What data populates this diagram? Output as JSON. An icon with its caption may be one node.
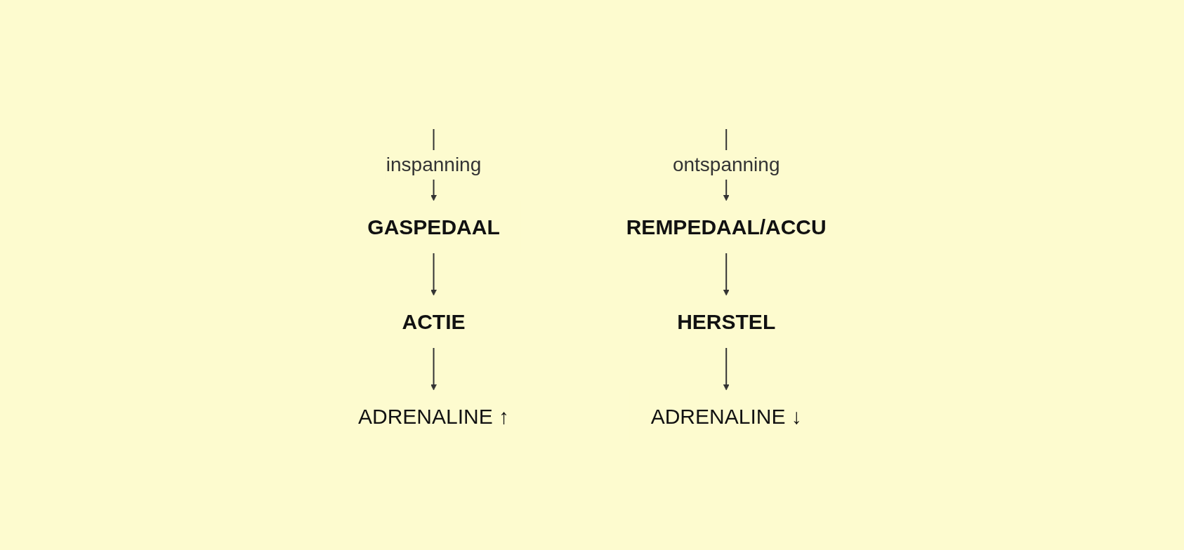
{
  "diagram": {
    "nodes": [
      {
        "text": [
          "GASPEDAAL"
        ]
      },
      {
        "text": [
          "ACTIE"
        ]
      },
      {
        "text": [
          "ADRENALINE ↑"
        ]
      },
      {
        "text": [
          "REMPEDAAL/ACCU"
        ]
      },
      {
        "text": [
          "HERSTEL"
        ]
      },
      {
        "text": [
          "ADRENALINE ↓"
        ]
      }
    ],
    "edges": [
      {
        "from": null,
        "to": 0,
        "arrow": "to",
        "label": "inspanning"
      },
      {
        "from": 0,
        "to": 1,
        "arrow": "to"
      },
      {
        "from": 1,
        "to": 2,
        "arrow": "to"
      },
      {
        "from": null,
        "to": 3,
        "arrow": "to",
        "label": "ontspanning"
      },
      {
        "from": 3,
        "to": 4,
        "arrow": "to"
      },
      {
        "from": 4,
        "to": 5,
        "arrow": "to"
      }
    ]
  }
}
